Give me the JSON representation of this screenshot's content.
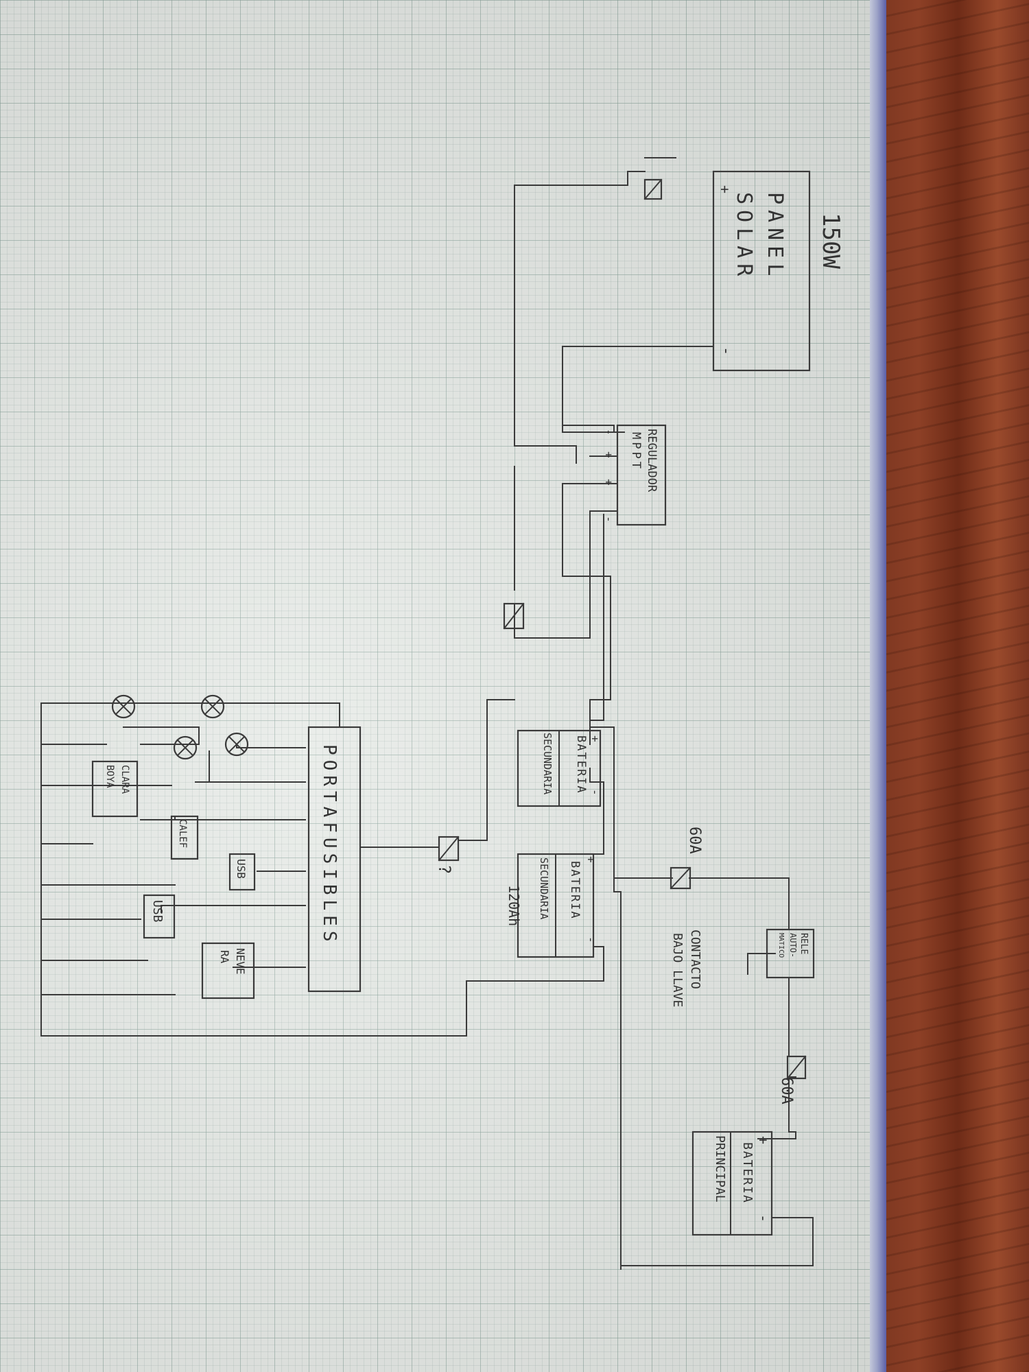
{
  "diagram": {
    "panel": {
      "power": "150W",
      "line1": "PANEL",
      "line2": "SOLAR",
      "plus": "+",
      "minus": "-"
    },
    "regulator": {
      "line1": "REGULADOR",
      "line2": "MPPT",
      "terminals": [
        "-",
        "+",
        "+",
        "-"
      ]
    },
    "battery_secondary_top": {
      "line1": "BATERIA",
      "line2": "SECUNDARIA",
      "plus": "+",
      "minus": "-"
    },
    "battery_secondary": {
      "line1": "BATERIA",
      "line2": "SECUNDARIA",
      "capacity": "120Ah",
      "plus": "+",
      "minus": "-"
    },
    "battery_main": {
      "line1": "BATERIA",
      "line2": "PRINCIPAL",
      "plus": "+",
      "minus": "-"
    },
    "relay": {
      "line1": "RELE",
      "line2": "AUTO-",
      "line3": "MATICO"
    },
    "contact_note": {
      "line1": "CONTACTO",
      "line2": "BAJO LLAVE"
    },
    "fuse_60a_upper": "60A",
    "fuse_60a_lower": "60A",
    "fuse_question": "?",
    "fuse_box": "PORTAFUSIBLES",
    "loads": {
      "usb_1": "USB",
      "usb_2": "USB",
      "calef": "CALEF",
      "nevera": {
        "line1": "NEVE",
        "line2": "RA"
      },
      "claraboya": {
        "line1": "CLARA",
        "line2": "BOYA"
      }
    }
  }
}
